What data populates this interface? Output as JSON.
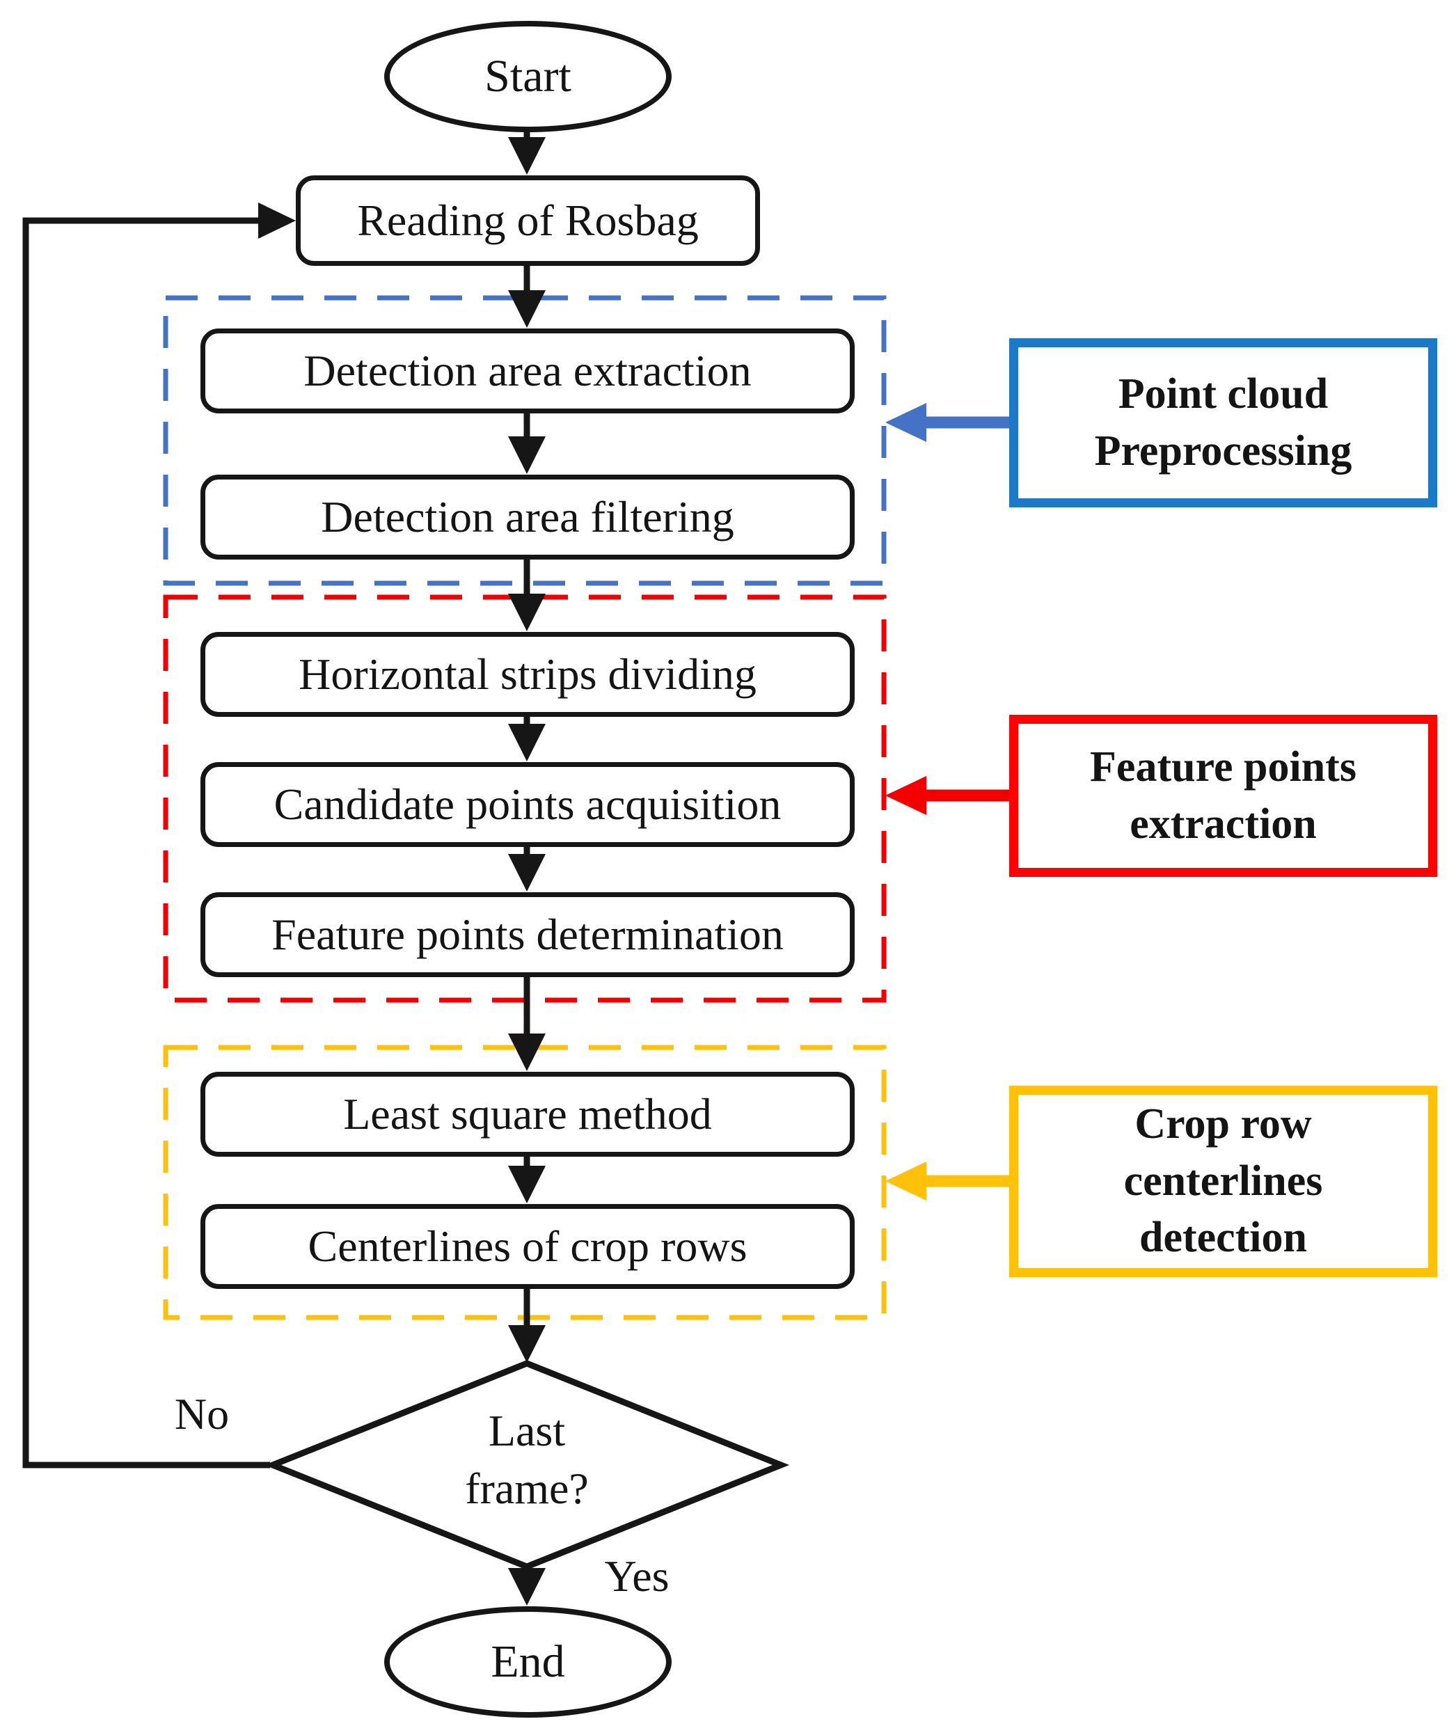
{
  "flow": {
    "start": "Start",
    "reading": "Reading of Rosbag",
    "detection_area_extraction": "Detection area extraction",
    "detection_area_filtering": "Detection area filtering",
    "horizontal_strips_dividing": "Horizontal strips dividing",
    "candidate_points_acquisition": "Candidate points acquisition",
    "feature_points_determination": "Feature points determination",
    "least_square_method": "Least square method",
    "centerlines_of_crop_rows": "Centerlines of crop rows",
    "decision": {
      "line1": "Last",
      "line2": "frame?"
    },
    "end": "End",
    "branch_no": "No",
    "branch_yes": "Yes"
  },
  "stage_labels": {
    "point_cloud_preprocessing": {
      "line1": "Point cloud",
      "line2": "Preprocessing"
    },
    "feature_points_extraction": {
      "line1": "Feature points",
      "line2": "extraction"
    },
    "crop_row_centerlines_detection": {
      "line1": "Crop row",
      "line2": "centerlines",
      "line3": "detection"
    }
  },
  "colors": {
    "preprocessing_dash": "#4472c4",
    "preprocessing_label_border": "#1e78c8",
    "extraction_dash": "#f40000",
    "extraction_label_border": "#fa0404",
    "detection_dash": "#ffc10a",
    "detection_label_border": "#ffc10a",
    "flow_stroke": "#161616"
  }
}
